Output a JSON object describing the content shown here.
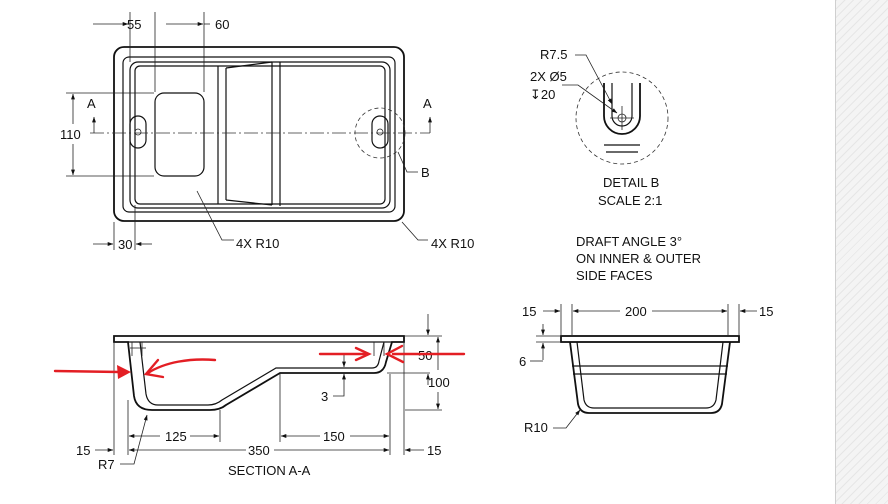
{
  "plan_view": {
    "dim_55": "55",
    "dim_60": "60",
    "dim_110": "110",
    "dim_30": "30",
    "section_mark_left": "A",
    "section_mark_right": "A",
    "detail_mark": "B",
    "callout_inner_radius": "4X R10",
    "callout_outer_radius": "4X R10"
  },
  "detail_b": {
    "radius": "R7.5",
    "hole_count_dia": "2X Ø5",
    "hole_depth": "↧20",
    "title": "DETAIL B",
    "scale": "SCALE 2:1"
  },
  "notes": {
    "draft_line1": "DRAFT ANGLE 3°",
    "draft_line2": "ON INNER & OUTER",
    "draft_line3": "SIDE FACES"
  },
  "end_view": {
    "dim_15_left": "15",
    "dim_200": "200",
    "dim_15_right": "15",
    "dim_6": "6",
    "radius": "R10"
  },
  "section_view": {
    "dim_50": "50",
    "dim_100": "100",
    "dim_3": "3",
    "dim_15_left": "15",
    "dim_125": "125",
    "dim_350": "350",
    "dim_150": "150",
    "dim_15_right": "15",
    "radius": "R7",
    "title": "SECTION A-A"
  },
  "colors": {
    "line": "#111111",
    "annotation": "#e31e24"
  }
}
